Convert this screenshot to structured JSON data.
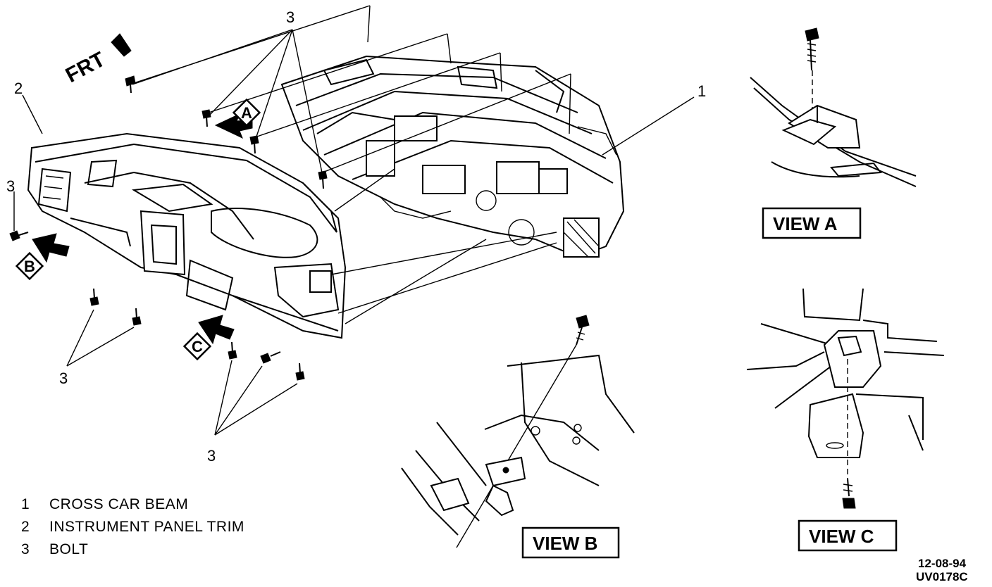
{
  "callouts": {
    "one": "1",
    "two": "2",
    "three": "3"
  },
  "arrows": {
    "front": "FRT",
    "view_a_tag": "A",
    "view_b_tag": "B",
    "view_c_tag": "C"
  },
  "views": {
    "a": "VIEW A",
    "b": "VIEW B",
    "c": "VIEW C"
  },
  "legend": [
    {
      "num": "1",
      "label": "CROSS CAR BEAM"
    },
    {
      "num": "2",
      "label": "INSTRUMENT PANEL TRIM"
    },
    {
      "num": "3",
      "label": "BOLT"
    }
  ],
  "drawing_info": {
    "date": "12-08-94",
    "code": "UV0178C"
  }
}
